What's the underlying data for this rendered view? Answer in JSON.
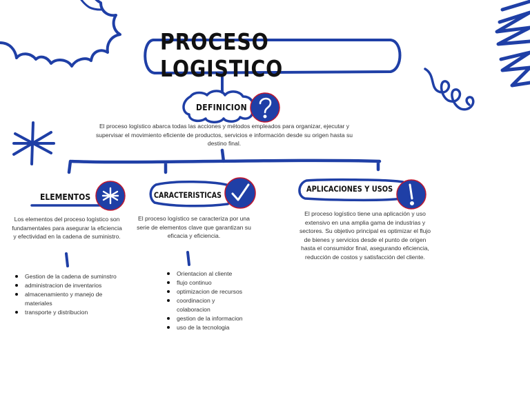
{
  "title": "PROCESO LOGISTICO",
  "colors": {
    "accent": "#1f3fa6",
    "outline": "#c0182f",
    "ink": "#111111"
  },
  "definicion": {
    "label": "DEFINICION",
    "icon": "question-icon",
    "text": "El proceso logístico abarca todas las acciones y métodos empleados para organizar, ejecutar y supervisar el movimiento eficiente de productos, servicios e información desde su origen hasta su destino final."
  },
  "elementos": {
    "label": "ELEMENTOS",
    "icon": "asterisk-icon",
    "text": "Los elementos del proceso logístico son fundamentales para asegurar la eficiencia y efectividad en la cadena de suministro.",
    "items": [
      "Gestion de la cadena de suminstro",
      " administracion de inventarios",
      "almacenamiento y manejo de materiales",
      "transporte y distribucion"
    ]
  },
  "caracteristicas": {
    "label": "CARACTERISTICAS",
    "icon": "checkmark-icon",
    "text": "El proceso logístico se caracteriza por una serie de elementos clave que garantizan su eficacia y eficiencia.",
    "items": [
      "Orientacion al cliente",
      "flujo continuo",
      "optimizacion de recursos",
      "coordinacion y colaboracion",
      "gestion de la informacion",
      "uso de la tecnologia"
    ]
  },
  "aplicaciones": {
    "label": "APLICACIONES Y USOS",
    "icon": "exclamation-icon",
    "text": "El proceso logístico tiene una aplicación y uso extensivo en una amplia gama de industrias y sectores. Su objetivo principal es optimizar el flujo de bienes y servicios desde el punto de origen hasta el consumidor final, asegurando eficiencia, reducción de costos y satisfacción del cliente."
  }
}
